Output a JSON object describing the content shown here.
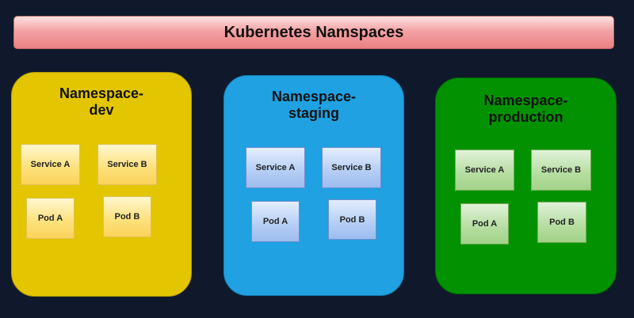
{
  "title": "Kubernetes Namspaces",
  "namespaces": [
    {
      "label": "Namespace-\ndev",
      "service_a": "Service A",
      "service_b": "Service B",
      "pod_a": "Pod A",
      "pod_b": "Pod B",
      "color": "#e3c600"
    },
    {
      "label": "Namespace-\nstaging",
      "service_a": "Service A",
      "service_b": "Service B",
      "pod_a": "Pod A",
      "pod_b": "Pod B",
      "color": "#1fa1e2"
    },
    {
      "label": "Namespace-\nproduction",
      "service_a": "Service A",
      "service_b": "Service B",
      "pod_a": "Pod A",
      "pod_b": "Pod B",
      "color": "#029201"
    }
  ]
}
